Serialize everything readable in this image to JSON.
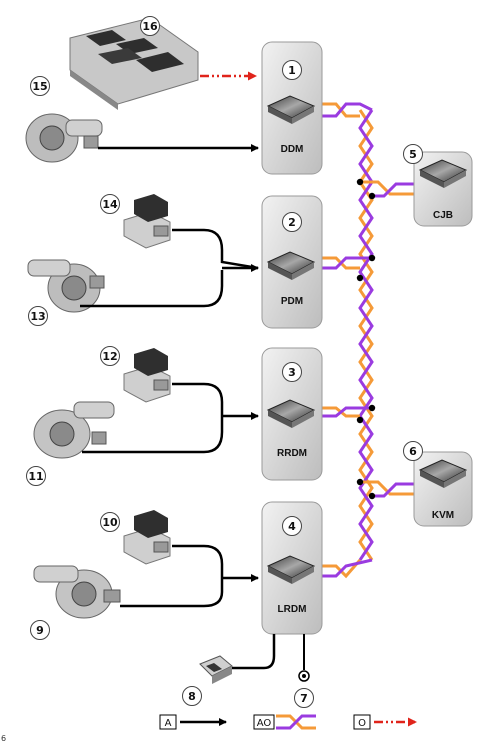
{
  "modules": {
    "ddm": "DDM",
    "pdm": "PDM",
    "rrdm": "RRDM",
    "lrdm": "LRDM",
    "cjb": "CJB",
    "kvm": "KVM"
  },
  "callouts": [
    "1",
    "2",
    "3",
    "4",
    "5",
    "6",
    "7",
    "8",
    "9",
    "10",
    "11",
    "12",
    "13",
    "14",
    "15",
    "16"
  ],
  "legend": {
    "a": "A",
    "ao": "AO",
    "o": "O"
  },
  "corner_mark": "6",
  "colors": {
    "can_orange": "#f59a38",
    "can_purple": "#9a3be0",
    "lin_red": "#e0241b",
    "hardwire": "#000000",
    "module_fill": "#d9d9d9"
  }
}
